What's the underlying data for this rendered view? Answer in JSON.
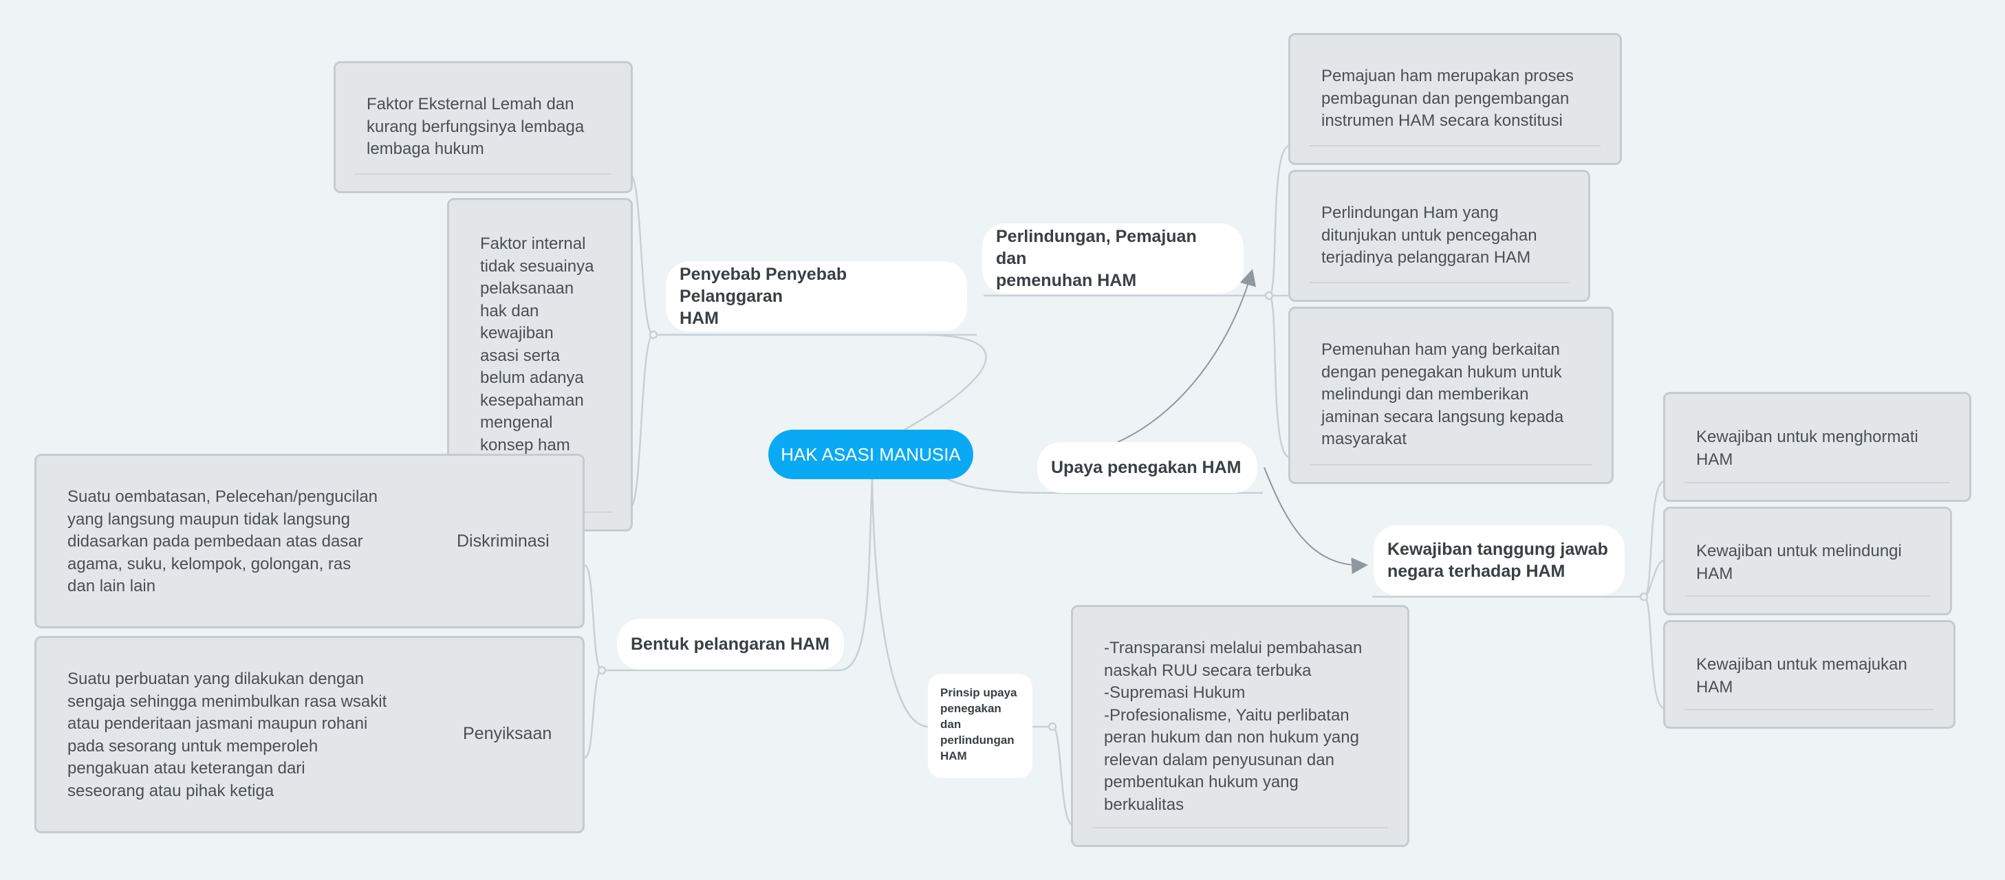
{
  "central": {
    "label": "HAK ASASI MANUSIA"
  },
  "branches": {
    "penyebab": {
      "label": "Penyebab Penyebab Pelanggaran\nHAM",
      "children": [
        "Faktor Eksternal Lemah dan\nkurang berfungsinya lembaga\nlembaga hukum",
        "Faktor internal\ntidak sesuainya\npelaksanaan\nhak dan\nkewajiban\nasasi serta\nbelum adanya\nkesepahaman\nmengenal\nkonsep ham\nyang bersifat\nuniversal."
      ]
    },
    "perlindungan": {
      "label": "Perlindungan, Pemajuan dan\npemenuhan HAM",
      "children": [
        "Pemajuan ham merupakan proses\npembagunan dan pengembangan\ninstrumen HAM secara konstitusi",
        "Perlindungan Ham yang\nditunjukan untuk pencegahan\nterjadinya pelanggaran HAM",
        "Pemenuhan ham yang berkaitan\ndengan penegakan hukum untuk\nmelindungi dan memberikan\njaminan secara langsung kepada\nmasyarakat"
      ]
    },
    "upaya": {
      "label": "Upaya penegakan HAM"
    },
    "kewajiban": {
      "label": "Kewajiban tanggung jawab\nnegara terhadap HAM",
      "children": [
        "Kewajiban untuk menghormati\nHAM",
        "Kewajiban untuk melindungi\nHAM",
        "Kewajiban untuk memajukan\nHAM"
      ]
    },
    "bentuk": {
      "label": "Bentuk pelangaran HAM",
      "children": [
        {
          "label": "Diskriminasi",
          "detail": "Suatu oembatasan, Pelecehan/pengucilan\nyang langsung maupun tidak langsung\ndidasarkan pada pembedaan atas dasar\nagama, suku, kelompok, golongan, ras\ndan lain lain"
        },
        {
          "label": "Penyiksaan",
          "detail": "Suatu perbuatan yang dilakukan dengan\nsengaja sehingga menimbulkan rasa wsakit\natau penderitaan jasmani maupun rohani\npada sesorang untuk memperoleh\npengakuan  atau keterangan dari\nseseorang atau pihak ketiga"
        }
      ]
    },
    "prinsip": {
      "label": "Prinsip upaya\npenegakan\ndan\nperlindungan\nHAM",
      "children": [
        "-Transparansi melalui pembahasan\nnaskah RUU secara terbuka\n-Supremasi Hukum\n-Profesionalisme, Yaitu  perlibatan\nperan hukum dan non hukum yang\nrelevan dalam penyusunan dan\npembentukan hukum yang\nberkualitas"
      ]
    }
  },
  "colors": {
    "background": "#eef3f6",
    "central": "#0aa9f3",
    "topic_box": "#e3e6e9",
    "topic_border": "#c6cbd0",
    "connector": "#c9cfd4",
    "arrow": "#8f979f"
  }
}
